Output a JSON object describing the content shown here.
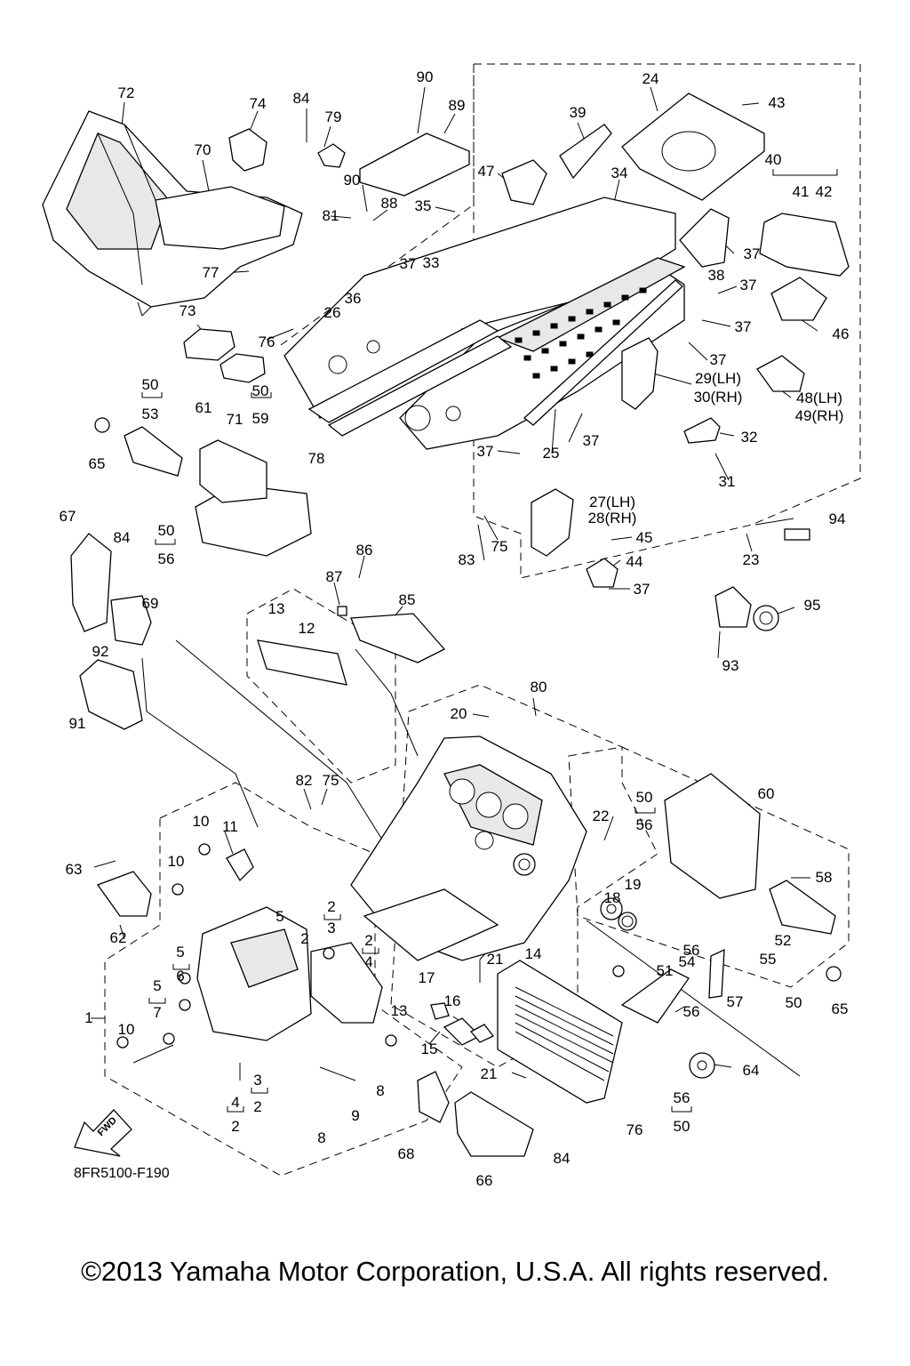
{
  "document_code": "8FR5100-F190",
  "copyright": "©2013 Yamaha Motor Corporation, U.S.A. All rights reserved.",
  "fwd_arrow_label": "FWD",
  "callouts": [
    {
      "text": "72"
    },
    {
      "text": "70"
    },
    {
      "text": "74"
    },
    {
      "text": "84"
    },
    {
      "text": "79"
    },
    {
      "text": "90"
    },
    {
      "text": "89"
    },
    {
      "text": "90"
    },
    {
      "text": "88"
    },
    {
      "text": "81"
    },
    {
      "text": "35"
    },
    {
      "text": "37"
    },
    {
      "text": "33"
    },
    {
      "text": "47"
    },
    {
      "text": "39"
    },
    {
      "text": "24"
    },
    {
      "text": "43"
    },
    {
      "text": "34"
    },
    {
      "text": "40"
    },
    {
      "text": "41"
    },
    {
      "text": "42"
    },
    {
      "text": "37"
    },
    {
      "text": "38"
    },
    {
      "text": "37"
    },
    {
      "text": "77"
    },
    {
      "text": "73"
    },
    {
      "text": "36"
    },
    {
      "text": "26"
    },
    {
      "text": "76"
    },
    {
      "text": "37"
    },
    {
      "text": "46"
    },
    {
      "text": "37"
    },
    {
      "text": "29(LH)"
    },
    {
      "text": "30(RH)"
    },
    {
      "text": "48(LH)"
    },
    {
      "text": "49(RH)"
    },
    {
      "text": "50"
    },
    {
      "text": "53"
    },
    {
      "text": "61"
    },
    {
      "text": "50"
    },
    {
      "text": "59"
    },
    {
      "text": "71"
    },
    {
      "text": "65"
    },
    {
      "text": "78"
    },
    {
      "text": "37"
    },
    {
      "text": "25"
    },
    {
      "text": "37"
    },
    {
      "text": "32"
    },
    {
      "text": "31"
    },
    {
      "text": "27(LH)"
    },
    {
      "text": "28(RH)"
    },
    {
      "text": "94"
    },
    {
      "text": "67"
    },
    {
      "text": "84"
    },
    {
      "text": "50"
    },
    {
      "text": "56"
    },
    {
      "text": "83"
    },
    {
      "text": "75"
    },
    {
      "text": "45"
    },
    {
      "text": "23"
    },
    {
      "text": "86"
    },
    {
      "text": "44"
    },
    {
      "text": "87"
    },
    {
      "text": "37"
    },
    {
      "text": "69"
    },
    {
      "text": "85"
    },
    {
      "text": "95"
    },
    {
      "text": "13"
    },
    {
      "text": "12"
    },
    {
      "text": "93"
    },
    {
      "text": "92"
    },
    {
      "text": "91"
    },
    {
      "text": "80"
    },
    {
      "text": "20"
    },
    {
      "text": "82"
    },
    {
      "text": "75"
    },
    {
      "text": "50"
    },
    {
      "text": "60"
    },
    {
      "text": "56"
    },
    {
      "text": "22"
    },
    {
      "text": "10"
    },
    {
      "text": "11"
    },
    {
      "text": "10"
    },
    {
      "text": "63"
    },
    {
      "text": "18"
    },
    {
      "text": "19"
    },
    {
      "text": "58"
    },
    {
      "text": "2"
    },
    {
      "text": "3"
    },
    {
      "text": "5"
    },
    {
      "text": "62"
    },
    {
      "text": "2"
    },
    {
      "text": "2"
    },
    {
      "text": "4"
    },
    {
      "text": "5"
    },
    {
      "text": "6"
    },
    {
      "text": "21"
    },
    {
      "text": "14"
    },
    {
      "text": "56"
    },
    {
      "text": "54"
    },
    {
      "text": "52"
    },
    {
      "text": "55"
    },
    {
      "text": "51"
    },
    {
      "text": "17"
    },
    {
      "text": "5"
    },
    {
      "text": "7"
    },
    {
      "text": "1"
    },
    {
      "text": "16"
    },
    {
      "text": "13"
    },
    {
      "text": "56"
    },
    {
      "text": "57"
    },
    {
      "text": "50"
    },
    {
      "text": "65"
    },
    {
      "text": "10"
    },
    {
      "text": "15"
    },
    {
      "text": "21"
    },
    {
      "text": "64"
    },
    {
      "text": "3"
    },
    {
      "text": "2"
    },
    {
      "text": "4"
    },
    {
      "text": "2"
    },
    {
      "text": "9"
    },
    {
      "text": "8"
    },
    {
      "text": "8"
    },
    {
      "text": "56"
    },
    {
      "text": "50"
    },
    {
      "text": "76"
    },
    {
      "text": "68"
    },
    {
      "text": "84"
    },
    {
      "text": "66"
    }
  ]
}
